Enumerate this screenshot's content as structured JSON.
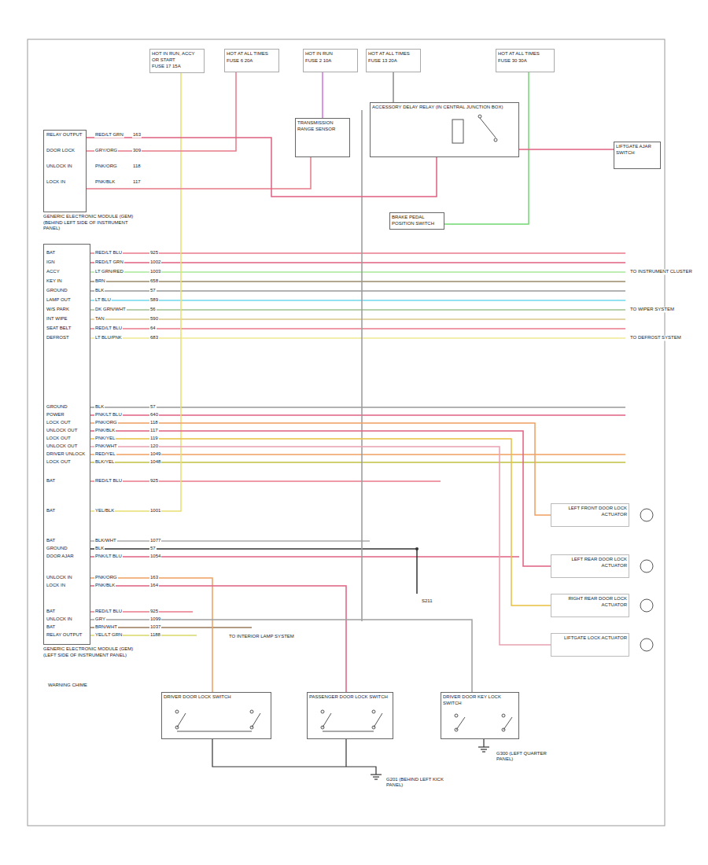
{
  "diagram": {
    "nodes": [
      {
        "text": [
          "HOT IN RUN, ACCY OR START",
          "FUSE 17 15A"
        ]
      },
      {
        "text": [
          "HOT AT ALL TIMES",
          "FUSE 6 20A"
        ]
      },
      {
        "text": [
          "HOT IN RUN",
          "FUSE 2 10A"
        ]
      },
      {
        "text": [
          "HOT AT ALL TIMES",
          "FUSE 13 20A"
        ]
      },
      {
        "text": [
          "HOT AT ALL TIMES",
          "FUSE 30 30A"
        ]
      },
      {
        "text": [
          "GENERIC ELECTRONIC MODULE (GEM) (BEHIND LEFT SIDE OF INSTRUMENT PANEL)"
        ]
      },
      {
        "text": [
          "GENERIC ELECTRONIC MODULE (GEM) (LEFT SIDE OF INSTRUMENT PANEL)"
        ]
      },
      {
        "text": [
          "TRANSMISSION RANGE SENSOR"
        ]
      },
      {
        "text": [
          "ACCESSORY DELAY RELAY (IN CENTRAL JUNCTION BOX)"
        ]
      },
      {
        "text": [
          "BRAKE PEDAL POSITION SWITCH"
        ]
      },
      {
        "text": [
          "LIFTGATE AJAR SWITCH"
        ]
      },
      {
        "text": [
          "LEFT FRONT DOOR LOCK ACTUATOR"
        ]
      },
      {
        "text": [
          "LEFT REAR DOOR LOCK ACTUATOR"
        ]
      },
      {
        "text": [
          "RIGHT REAR DOOR LOCK ACTUATOR"
        ]
      },
      {
        "text": [
          "LIFTGATE LOCK ACTUATOR"
        ]
      },
      {
        "text": [
          "DRIVER DOOR LOCK SWITCH"
        ]
      },
      {
        "text": [
          "PASSENGER DOOR LOCK SWITCH"
        ]
      },
      {
        "text": [
          "DRIVER DOOR KEY LOCK SWITCH"
        ]
      }
    ],
    "edges": [
      {
        "from": 0,
        "to": 6,
        "arrow": "none"
      },
      {
        "from": 1,
        "to": 5,
        "arrow": "none"
      },
      {
        "from": 2,
        "to": 7,
        "arrow": "none"
      },
      {
        "from": 3,
        "to": 8,
        "arrow": "none"
      },
      {
        "from": 4,
        "to": 9,
        "arrow": "none"
      },
      {
        "from": 7,
        "to": 5,
        "arrow": "none"
      },
      {
        "from": 8,
        "to": 5,
        "arrow": "none"
      },
      {
        "from": 8,
        "to": 10,
        "arrow": "none"
      },
      {
        "from": 6,
        "to": 11,
        "arrow": "none"
      },
      {
        "from": 6,
        "to": 12,
        "arrow": "none"
      },
      {
        "from": 6,
        "to": 13,
        "arrow": "none"
      },
      {
        "from": 6,
        "to": 14,
        "arrow": "none"
      },
      {
        "from": 6,
        "to": 15,
        "arrow": "none"
      },
      {
        "from": 6,
        "to": 16,
        "arrow": "none"
      },
      {
        "from": 6,
        "to": 17,
        "arrow": "none"
      }
    ],
    "labels": [
      "RELAY OUTPUT",
      "RED/LT GRN",
      "163",
      "DOOR LOCK",
      "GRY/ORG",
      "309",
      "UNLOCK IN",
      "PNK/ORG",
      "118",
      "LOCK IN",
      "PNK/BLK",
      "117",
      "BAT",
      "RED/LT BLU",
      "925",
      "IGN",
      "RED/LT GRN",
      "1002",
      "ACCY",
      "LT GRN/RED",
      "1003",
      "KEY IN",
      "BRN",
      "658",
      "GROUND",
      "BLK",
      "57",
      "LAMP OUT",
      "LT BLU",
      "589",
      "W/S PARK",
      "DK GRN/WHT",
      "56",
      "INT WIPE",
      "TAN",
      "590",
      "SEAT BELT",
      "RED/LT BLU",
      "64",
      "DEFROST",
      "LT BLU/PNK",
      "683",
      "GROUND",
      "BLK",
      "57",
      "POWER",
      "PNK/LT BLU",
      "640",
      "LOCK OUT",
      "PNK/ORG",
      "118",
      "UNLOCK OUT",
      "PNK/BLK",
      "117",
      "LOCK OUT",
      "PNK/YEL",
      "119",
      "UNLOCK OUT",
      "PNK/WHT",
      "120",
      "DRIVER UNLOCK",
      "RED/YEL",
      "1049",
      "LOCK OUT",
      "BLK/YEL",
      "1048",
      "BAT",
      "RED/LT BLU",
      "925",
      "BAT",
      "YEL/BLK",
      "1001",
      "BAT",
      "BLK/WHT",
      "1077",
      "GROUND",
      "BLK",
      "57",
      "DOOR AJAR",
      "PNK/LT BLU",
      "1054",
      "UNLOCK IN",
      "PNK/ORG",
      "163",
      "LOCK IN",
      "PNK/BLK",
      "164",
      "BAT",
      "RED/LT BLU",
      "925",
      "UNLOCK IN",
      "GRY",
      "1099",
      "BAT",
      "BRN/WHT",
      "1037",
      "RELAY OUTPUT",
      "YEL/LT GRN",
      "1188",
      "TO INSTRUMENT CLUSTER",
      "TO WIPER SYSTEM",
      "TO DEFROST SYSTEM",
      "TO INTERIOR LAMP SYSTEM",
      "WARNING CHIME",
      "S211",
      "G201 (BEHIND LEFT KICK PANEL)",
      "G300 (LEFT QUARTER PANEL)"
    ]
  }
}
